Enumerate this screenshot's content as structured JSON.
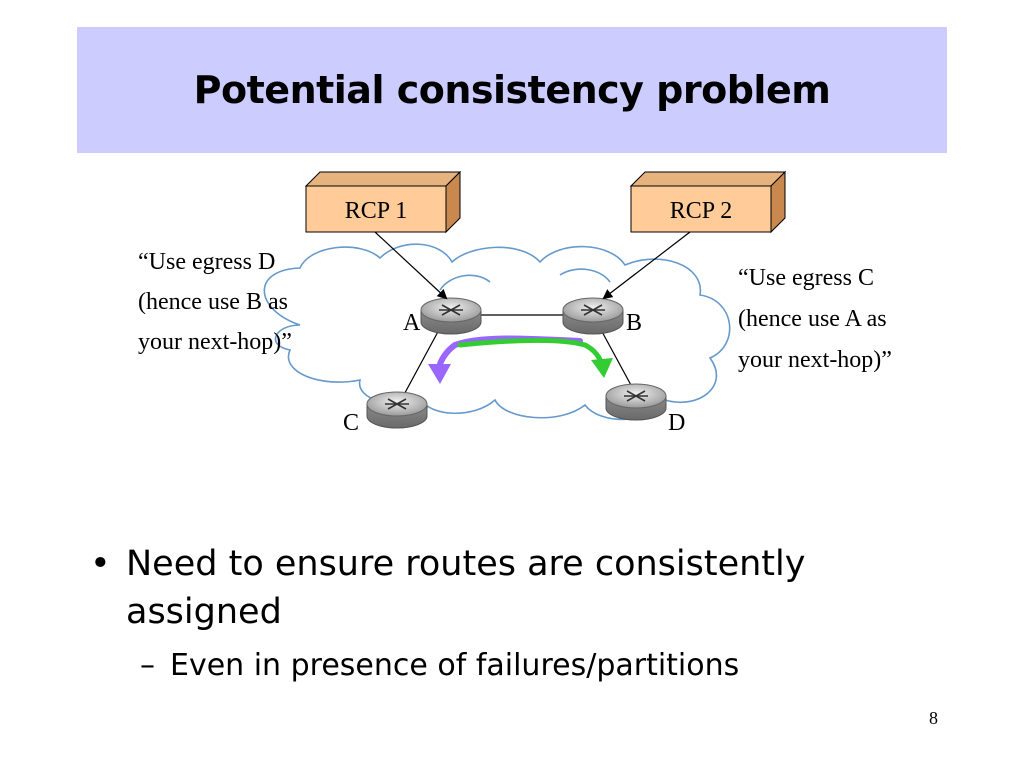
{
  "slide": {
    "title": "Potential consistency problem",
    "page_number": "8"
  },
  "diagram": {
    "controllers": [
      {
        "id": "rcp1",
        "label": "RCP 1"
      },
      {
        "id": "rcp2",
        "label": "RCP 2"
      }
    ],
    "routers": [
      {
        "id": "A",
        "label": "A"
      },
      {
        "id": "B",
        "label": "B"
      },
      {
        "id": "C",
        "label": "C"
      },
      {
        "id": "D",
        "label": "D"
      }
    ],
    "messages": {
      "left": [
        "“Use egress D",
        "(hence use B as",
        "your next-hop)”"
      ],
      "right": [
        "“Use egress C",
        "(hence use A as",
        "your next-hop)”"
      ]
    },
    "colors": {
      "controller_fill": "#ffcc99",
      "controller_side": "#c8884e",
      "cloud_stroke": "#6699cc",
      "arrow_purple": "#9966ff",
      "arrow_green": "#33cc33",
      "router_body": "#9a9a9a"
    }
  },
  "bullets": [
    {
      "marker": "•",
      "text": "Need to ensure routes are consistently assigned",
      "sub": [
        {
          "marker": "–",
          "text": "Even in presence of failures/partitions"
        }
      ]
    }
  ]
}
